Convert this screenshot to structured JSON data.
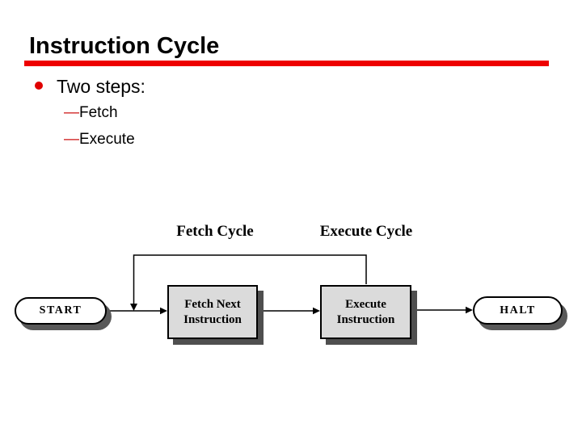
{
  "slide": {
    "title": "Instruction Cycle",
    "bullet": "Two steps:",
    "sub_bullets": [
      {
        "dash": "—",
        "label": "Fetch"
      },
      {
        "dash": "—",
        "label": "Execute"
      }
    ]
  },
  "diagram": {
    "fetch_cycle_label": "Fetch Cycle",
    "execute_cycle_label": "Execute Cycle",
    "start_label": "START",
    "fetch_box": {
      "line1": "Fetch Next",
      "line2": "Instruction"
    },
    "execute_box": {
      "line1": "Execute",
      "line2": "Instruction"
    },
    "halt_label": "HALT"
  },
  "colors": {
    "accent_red": "#ee0000",
    "bullet_red": "#e00000",
    "box_fill": "#dbdbdb",
    "box_shadow": "#4f4f4f",
    "pill_shadow": "#595959",
    "line_color": "#000000",
    "background": "#ffffff"
  }
}
